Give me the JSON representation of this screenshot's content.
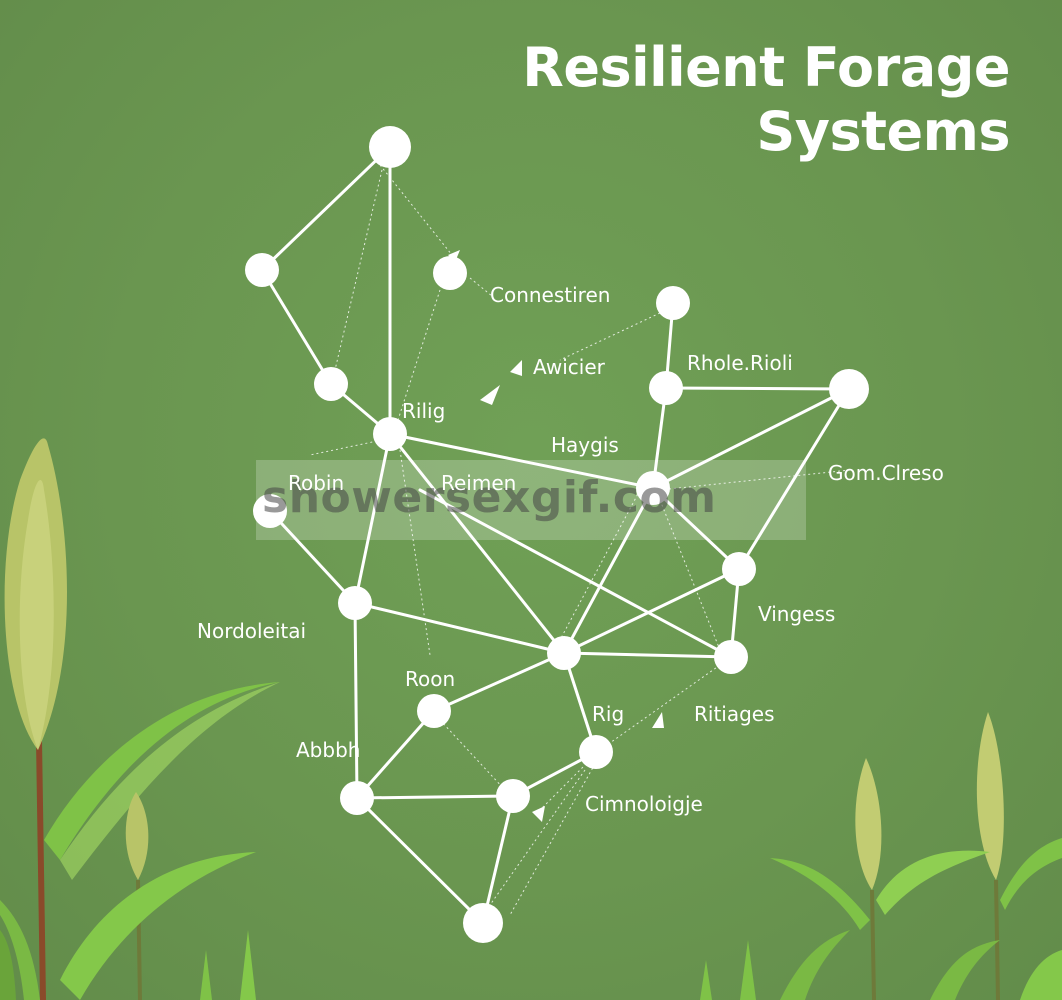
{
  "title": {
    "line1": "Resilient Forage",
    "line2": "Systems"
  },
  "labels": {
    "connection": "Connestiren",
    "advicer": "Awicier",
    "rhole": "Rhole.Rioli",
    "rilig": "Rilig",
    "haygis": "Haygis",
    "robin": "Robin",
    "reimen": "Reimen",
    "gom": "Gom.Clreso",
    "nordoleitai": "Nordoleitai",
    "vingess": "Vingess",
    "roon": "Roon",
    "rig": "Rig",
    "ritiages": "Ritiages",
    "abbh": "Abbbh",
    "cimnoloigje": "Cimnoloigje"
  },
  "watermark": "showersexgif.com",
  "colors": {
    "background": "#6a9650",
    "network": "#ffffff",
    "foliage": "#8cc84b",
    "seed_head": "#c8d27a"
  }
}
